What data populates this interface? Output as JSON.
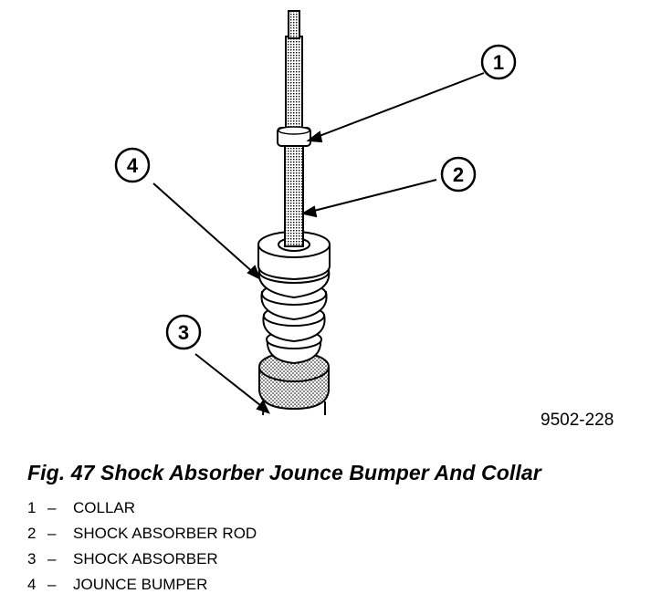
{
  "figure_id": "9502-228",
  "caption": "Fig. 47 Shock Absorber Jounce Bumper And Collar",
  "callouts": [
    "1",
    "2",
    "3",
    "4"
  ],
  "legend": [
    {
      "num": "1",
      "sep": "–",
      "label": "COLLAR"
    },
    {
      "num": "2",
      "sep": "–",
      "label": "SHOCK ABSORBER ROD"
    },
    {
      "num": "3",
      "sep": "–",
      "label": "SHOCK ABSORBER"
    },
    {
      "num": "4",
      "sep": "–",
      "label": "JOUNCE BUMPER"
    }
  ]
}
